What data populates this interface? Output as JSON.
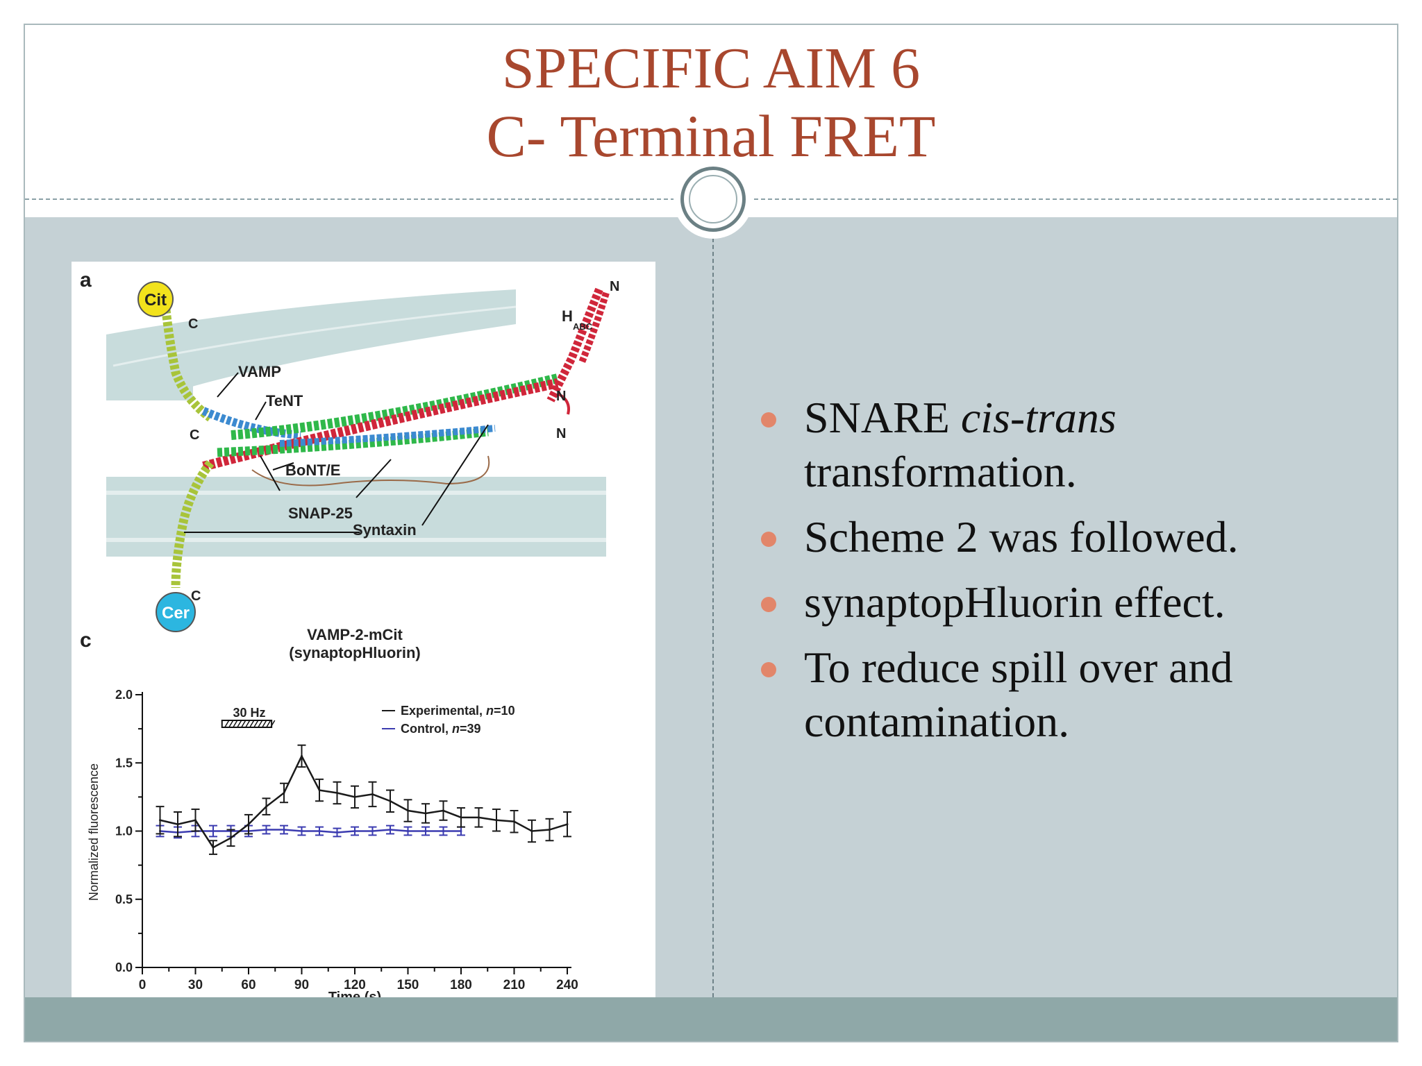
{
  "slide": {
    "title_line1": "SPECIFIC AIM 6",
    "title_line2": "C- Terminal FRET"
  },
  "bullets": [
    {
      "parts": [
        {
          "text": "SNARE "
        },
        {
          "text": "cis-trans",
          "italic": true
        },
        {
          "text": " transformation."
        }
      ]
    },
    {
      "parts": [
        {
          "text": "Scheme 2 was followed."
        }
      ]
    },
    {
      "parts": [
        {
          "text": "synaptopHluorin effect."
        }
      ]
    },
    {
      "parts": [
        {
          "text": "To reduce spill over and contamination."
        }
      ]
    }
  ],
  "colors": {
    "title": "#a8472e",
    "content_bg": "#c5d1d5",
    "footer": "#8fa8a8",
    "bullet_dot": "#e2866a",
    "experimental_line": "#1a1a1a",
    "control_line": "#3b3bb0"
  },
  "figure": {
    "panel_a": {
      "panel_label": "a",
      "labels": {
        "cit": "Cit",
        "cer": "Cer",
        "vamp": "VAMP",
        "tent": "TeNT",
        "bont": "BoNT/E",
        "snap25": "SNAP-25",
        "syntaxin": "Syntaxin",
        "habc_h": "H",
        "habc_sub": "ABC",
        "c": "C",
        "n": "N"
      }
    },
    "panel_c": {
      "panel_label": "c",
      "stim_label": "30 Hz",
      "chart_data": {
        "type": "line",
        "title": "VAMP-2-mCit",
        "subtitle": "(synaptopHluorin)",
        "xlabel": "Time (s)",
        "ylabel": "Normalized fluorescence",
        "xlim": [
          0,
          240
        ],
        "ylim": [
          0.0,
          2.0
        ],
        "xticks": [
          0,
          30,
          60,
          90,
          120,
          150,
          180,
          210,
          240
        ],
        "yticks": [
          0.0,
          0.5,
          1.0,
          1.5,
          2.0
        ],
        "ytick_labels": [
          "0.0",
          "0.5",
          "1.0",
          "1.5",
          "2.0"
        ],
        "stimulus": {
          "label": "30 Hz",
          "start": 45,
          "end": 73
        },
        "series": [
          {
            "name": "Experimental",
            "legend": "Experimental, n=10",
            "legend_main": "Experimental, ",
            "legend_n": "n",
            "legend_value": "=10",
            "color": "#1a1a1a",
            "x": [
              10,
              20,
              30,
              40,
              50,
              60,
              70,
              80,
              90,
              100,
              110,
              120,
              130,
              140,
              150,
              160,
              170,
              180,
              190,
              200,
              210,
              220,
              230,
              240
            ],
            "y": [
              1.08,
              1.05,
              1.08,
              0.88,
              0.95,
              1.05,
              1.18,
              1.28,
              1.55,
              1.3,
              1.28,
              1.25,
              1.27,
              1.22,
              1.15,
              1.13,
              1.15,
              1.1,
              1.1,
              1.08,
              1.07,
              1.0,
              1.01,
              1.05
            ],
            "err": [
              0.1,
              0.09,
              0.08,
              0.05,
              0.06,
              0.07,
              0.06,
              0.07,
              0.08,
              0.08,
              0.08,
              0.08,
              0.09,
              0.08,
              0.08,
              0.07,
              0.07,
              0.07,
              0.07,
              0.08,
              0.08,
              0.08,
              0.08,
              0.09
            ]
          },
          {
            "name": "Control",
            "legend": "Control, n=39",
            "legend_main": "Control, ",
            "legend_n": "n",
            "legend_value": "=39",
            "color": "#3b3bb0",
            "x": [
              10,
              20,
              30,
              40,
              50,
              60,
              70,
              80,
              90,
              100,
              110,
              120,
              130,
              140,
              150,
              160,
              170,
              180
            ],
            "y": [
              1.0,
              0.99,
              1.0,
              1.0,
              1.0,
              1.0,
              1.01,
              1.01,
              1.0,
              1.0,
              0.99,
              1.0,
              1.0,
              1.01,
              1.0,
              1.0,
              1.0,
              1.0
            ],
            "err": [
              0.04,
              0.04,
              0.04,
              0.04,
              0.04,
              0.04,
              0.03,
              0.03,
              0.03,
              0.03,
              0.03,
              0.03,
              0.03,
              0.03,
              0.03,
              0.03,
              0.03,
              0.03
            ]
          }
        ]
      }
    }
  }
}
